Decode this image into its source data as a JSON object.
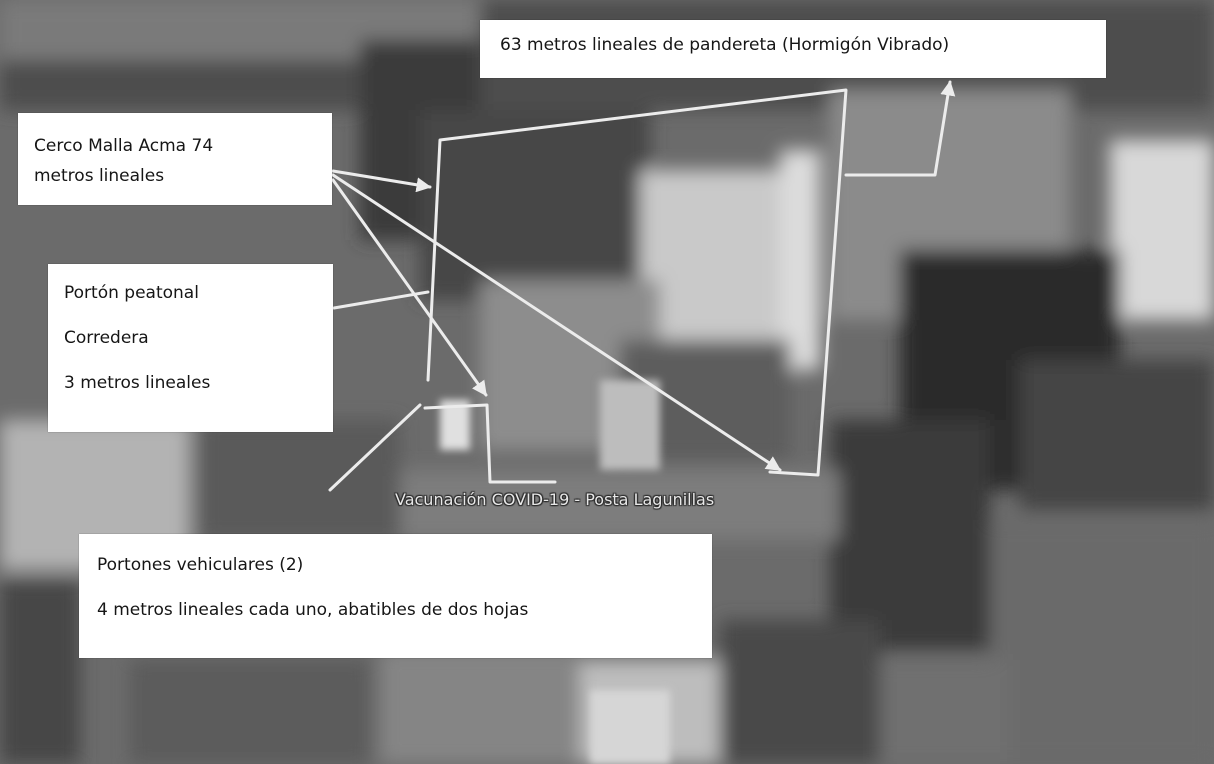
{
  "map": {
    "place_label": "Vacunación COVID-19 - Posta Lagunillas"
  },
  "callouts": {
    "pandereta": "63 metros lineales de pandereta (Hormigón Vibrado)",
    "cerco": [
      "Cerco Malla Acma 74",
      "metros lineales"
    ],
    "porton_peatonal": [
      "Portón peatonal",
      "Corredera",
      "3 metros lineales"
    ],
    "portones_vehiculares": [
      "Portones vehiculares (2)",
      "4 metros lineales cada uno, abatibles de dos hojas"
    ]
  },
  "colors": {
    "annotation_lines": "#ececec",
    "callout_background": "#ffffff",
    "callout_text": "#161616"
  }
}
